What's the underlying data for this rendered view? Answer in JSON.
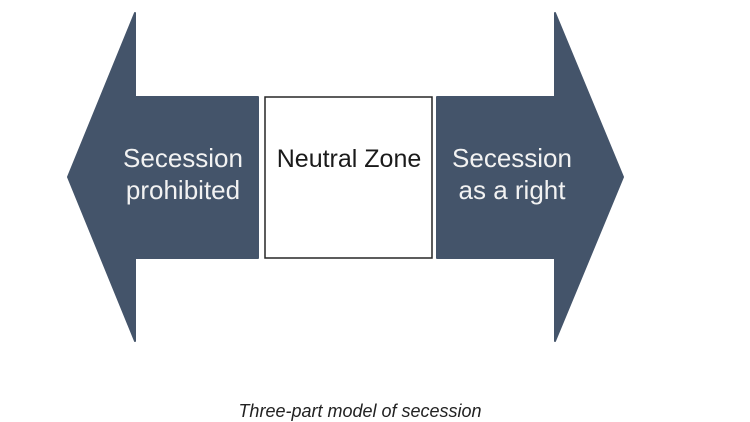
{
  "theme": {
    "background": "#ffffff",
    "arrow_color": "#44546a",
    "box_fill": "#ffffff",
    "box_border_color": "#262626",
    "arrow_label_color": "#f2f2f2",
    "box_label_color": "#1a1a1a",
    "caption_color": "#222222"
  },
  "diagram": {
    "left_arrow": {
      "direction": "left",
      "lines": [
        "Secession",
        "prohibited"
      ]
    },
    "center_box": {
      "label": "Neutral Zone"
    },
    "right_arrow": {
      "direction": "right",
      "lines": [
        "Secession",
        "as a right"
      ]
    },
    "caption": "Three-part model of secession"
  }
}
